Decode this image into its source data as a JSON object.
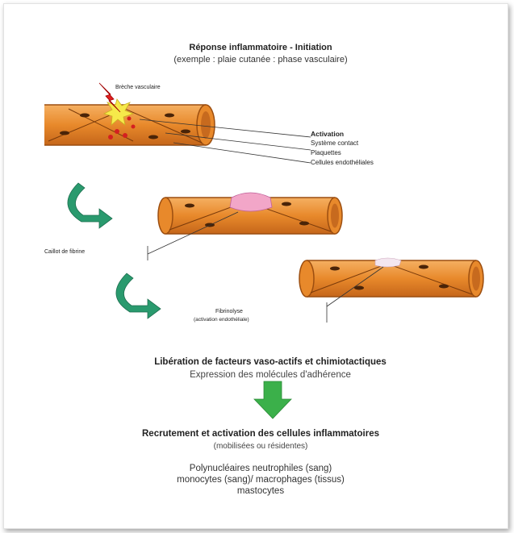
{
  "header": {
    "title": "Réponse inflammatoire - Initiation",
    "subtitle": "(exemple : plaie cutanée : phase vasculaire)"
  },
  "labels": {
    "breche": "Brèche vasculaire",
    "activation_title": "Activation",
    "activation_items": [
      "Système contact",
      "Plaquettes",
      "Cellules endothéliales"
    ],
    "caillot": "Caillot de fibrine",
    "fibrinolyse": "Fibrinolyse",
    "fibrinolyse_sub": "(activation endothéliale)"
  },
  "bottom": {
    "liberation": "Libération de facteurs vaso-actifs et chimiotactiques",
    "expression": "Expression des molécules d'adhérence",
    "recrutement": "Recrutement et activation des cellules inflammatoires",
    "recrutement_sub": "(mobilisées ou résidentes)",
    "cells": [
      "Polynucléaires neutrophiles (sang)",
      "monocytes (sang)/ macrophages (tissus)",
      "mastocytes"
    ]
  },
  "colors": {
    "vessel": "#e8892b",
    "vessel_dark": "#b55a12",
    "vessel_light": "#f6b56a",
    "curved_arrow": "#2a9a6e",
    "down_arrow": "#3bb04a",
    "clot": "#f2a6c8",
    "blood": "#d42020",
    "spark": "#f6e94a"
  }
}
